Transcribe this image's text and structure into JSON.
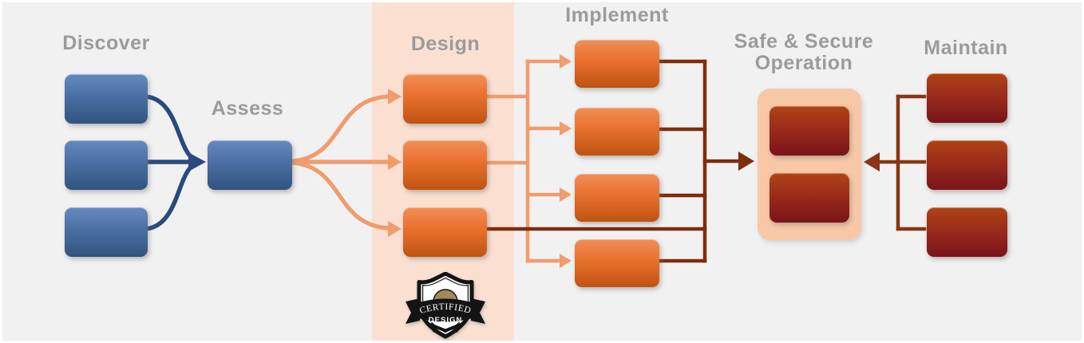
{
  "stages": {
    "discover": {
      "label": "Discover",
      "box_count": 3
    },
    "assess": {
      "label": "Assess",
      "box_count": 1
    },
    "design": {
      "label": "Design",
      "box_count": 3
    },
    "implement": {
      "label": "Implement",
      "box_count": 4
    },
    "operation": {
      "label_line1": "Safe & Secure",
      "label_line2": "Operation",
      "box_count": 2
    },
    "maintain": {
      "label": "Maintain",
      "box_count": 3
    }
  },
  "badge": {
    "top_text": "CERTIFIED",
    "bottom_text": "DESIGN"
  },
  "connections": [
    {
      "from": "discover",
      "to": "assess",
      "color_name": "navy"
    },
    {
      "from": "assess",
      "to": "design",
      "color_name": "salmon"
    },
    {
      "from": "design",
      "to": "implement",
      "color_name": "salmon"
    },
    {
      "from": "design",
      "to": "operation",
      "color_name": "dark-brown"
    },
    {
      "from": "implement",
      "to": "operation",
      "color_name": "dark-brown"
    },
    {
      "from": "maintain",
      "to": "operation",
      "color_name": "rust"
    }
  ],
  "colors": {
    "background": "#f1f1f1",
    "label_gray": "#9b9b9b",
    "design_band": "#fbe0d2",
    "operation_container": "#f8c8a6",
    "blue_box_top": "#648abf",
    "blue_box_bottom": "#31547e",
    "orange_box_top": "#f18e57",
    "orange_box_bottom": "#c05312",
    "red_box_top": "#af4414",
    "red_box_bottom": "#7a141a",
    "navy_arrow": "#2a4a7e",
    "salmon_arrow": "#f09c6e",
    "dark_brown_arrow": "#7d2d0d",
    "rust_arrow": "#8a3514"
  }
}
